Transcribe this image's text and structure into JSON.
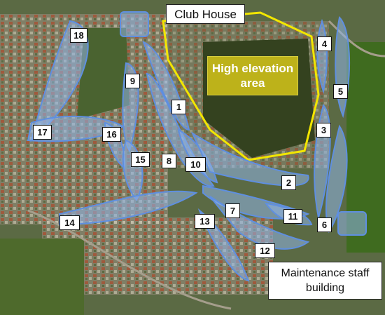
{
  "callouts": {
    "club_house": "Club House",
    "high_elevation_line1": "High elevation",
    "high_elevation_line2": "area",
    "maintenance_line1": "Maintenance staff",
    "maintenance_line2": "building"
  },
  "holes": [
    "1",
    "2",
    "3",
    "4",
    "5",
    "6",
    "7",
    "8",
    "9",
    "10",
    "11",
    "12",
    "13",
    "14",
    "15",
    "16",
    "17",
    "18"
  ],
  "colors": {
    "fairway_fill": "#8fb4e8",
    "fairway_stroke": "#5f8fe0",
    "elevation_boundary": "#f2e600",
    "label_bg": "#ffffff"
  }
}
